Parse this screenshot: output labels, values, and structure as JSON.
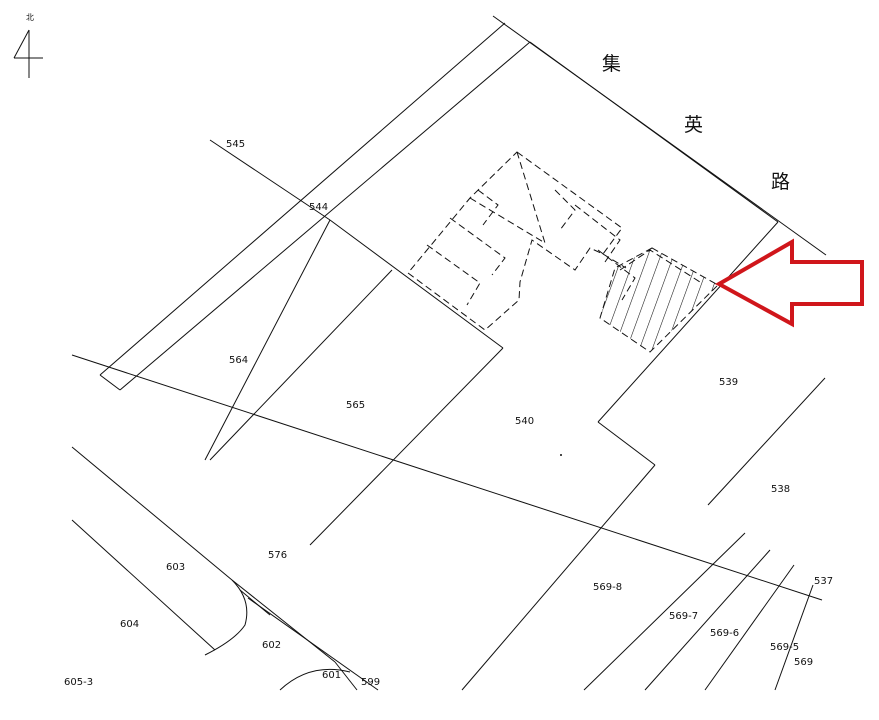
{
  "north": {
    "label": "北",
    "arrow_icon": "north-arrow-icon"
  },
  "road": {
    "chars": [
      "集",
      "英",
      "路"
    ]
  },
  "lots": {
    "l545": "545",
    "l544": "544",
    "l564": "564",
    "l565": "565",
    "l540": "540",
    "l539": "539",
    "l538": "538",
    "l537": "537",
    "l576": "576",
    "l603": "603",
    "l604": "604",
    "l602": "602",
    "l601": "601",
    "l599": "599",
    "l605_3": "605-3",
    "l569_8": "569-8",
    "l569_7": "569-7",
    "l569_6": "569-6",
    "l569_5": "569-5",
    "l569": "569"
  },
  "highlight": {
    "arrow_color": "#d0161b",
    "hatch_icon": "hatched-target-parcel"
  }
}
